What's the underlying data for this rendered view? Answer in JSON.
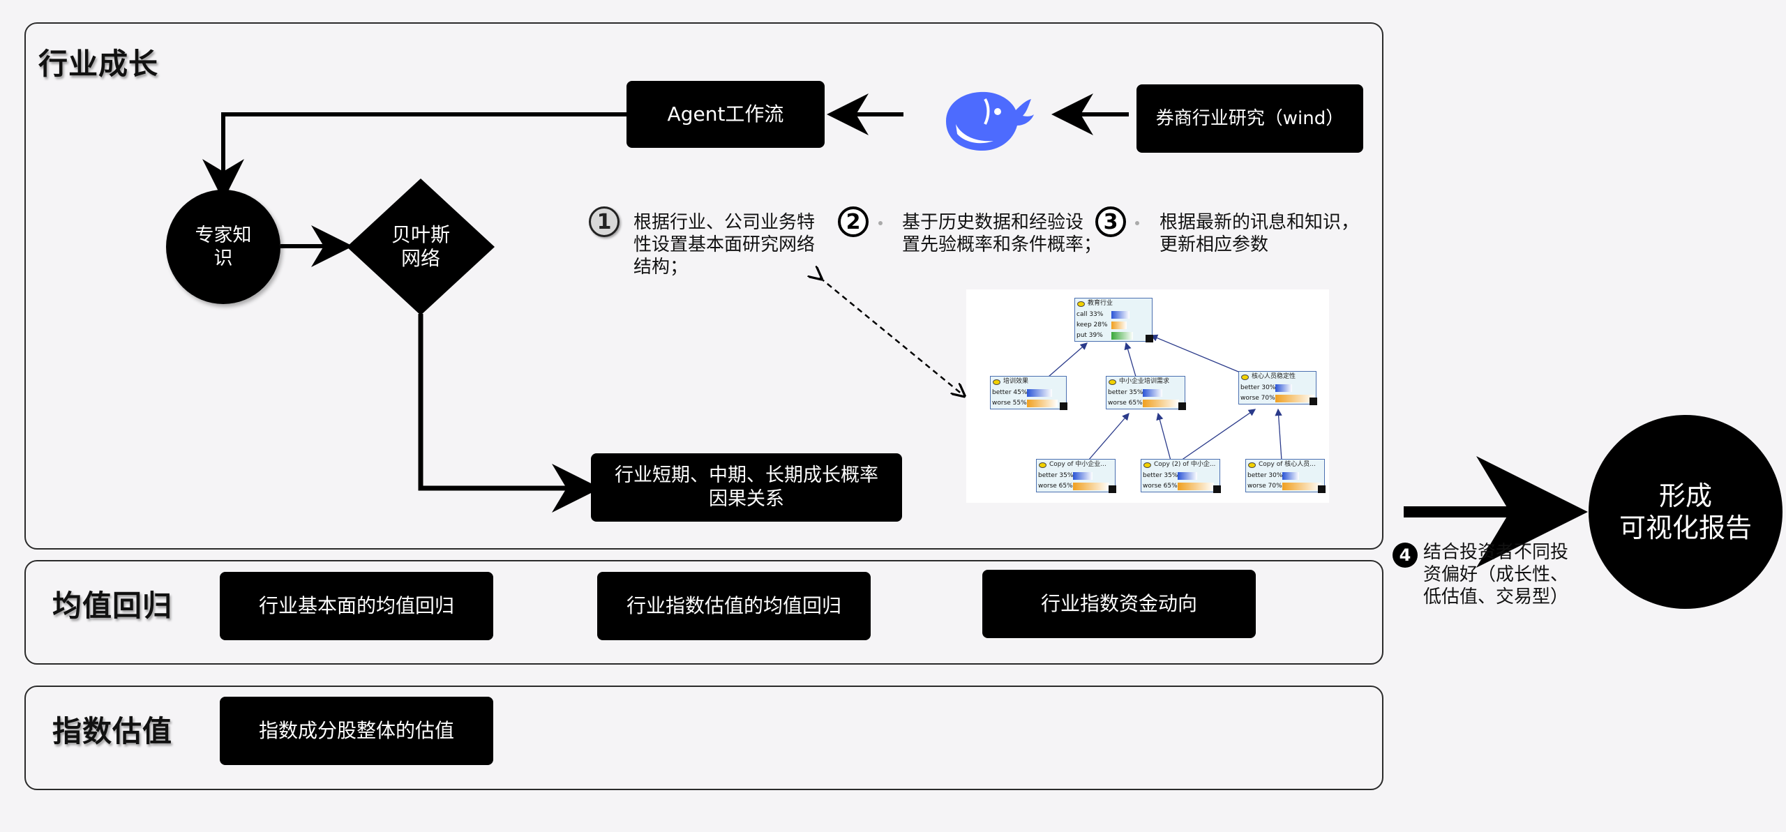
{
  "sections": {
    "growth": {
      "title": "行业成长",
      "agent_box": "Agent工作流",
      "source_box": "券商行业研究（wind）",
      "expert_circle": "专家知\n识",
      "bayes_diamond": "贝叶斯\n网络",
      "result_box": "行业短期、中期、长期成长概率\n因果关系",
      "steps": [
        {
          "num": "1",
          "text": "根据行业、公司业务特\n性设置基本面研究网络\n结构；"
        },
        {
          "num": "2",
          "text": "基于历史数据和经验设\n置先验概率和条件概率；"
        },
        {
          "num": "3",
          "text": "根据最新的讯息和知识，\n更新相应参数"
        }
      ]
    },
    "mean_reversion": {
      "title": "均值回归",
      "items": [
        "行业基本面的均值回归",
        "行业指数估值的均值回归",
        "行业指数资金动向"
      ]
    },
    "index_valuation": {
      "title": "指数估值",
      "items": [
        "指数成分股整体的估值"
      ]
    }
  },
  "report": {
    "circle": "形成\n可视化报告",
    "step4_num": "4",
    "step4_text": "结合投资者不同投\n资偏好（成长性、\n低估值、交易型）"
  },
  "bayes_network": {
    "nodes": [
      {
        "title": "教育行业",
        "rows": [
          {
            "label": "call",
            "pct": 33,
            "color": "#2a55d6"
          },
          {
            "label": "keep",
            "pct": 28,
            "color": "#f0a020"
          },
          {
            "label": "put",
            "pct": 39,
            "color": "#3aa83a"
          }
        ]
      },
      {
        "title": "培训效果",
        "rows": [
          {
            "label": "better",
            "pct": 45,
            "color": "#2a55d6"
          },
          {
            "label": "worse",
            "pct": 55,
            "color": "#f0a020"
          }
        ]
      },
      {
        "title": "中小企业培训需求",
        "rows": [
          {
            "label": "better",
            "pct": 35,
            "color": "#2a55d6"
          },
          {
            "label": "worse",
            "pct": 65,
            "color": "#f0a020"
          }
        ]
      },
      {
        "title": "核心人员稳定性",
        "rows": [
          {
            "label": "better",
            "pct": 30,
            "color": "#2a55d6"
          },
          {
            "label": "worse",
            "pct": 70,
            "color": "#f0a020"
          }
        ]
      },
      {
        "title": "Copy of 中小企业...",
        "rows": [
          {
            "label": "better",
            "pct": 35,
            "color": "#2a55d6"
          },
          {
            "label": "worse",
            "pct": 65,
            "color": "#f0a020"
          }
        ]
      },
      {
        "title": "Copy (2) of 中小企...",
        "rows": [
          {
            "label": "better",
            "pct": 35,
            "color": "#2a55d6"
          },
          {
            "label": "worse",
            "pct": 65,
            "color": "#f0a020"
          }
        ]
      },
      {
        "title": "Copy of 核心人员...",
        "rows": [
          {
            "label": "better",
            "pct": 30,
            "color": "#2a55d6"
          },
          {
            "label": "worse",
            "pct": 70,
            "color": "#f0a020"
          }
        ]
      }
    ]
  },
  "colors": {
    "box_bg": "#000000",
    "logo_blue": "#4d6bfe",
    "background": "#f5f4f6"
  },
  "icons": [
    "whale-logo-icon"
  ]
}
